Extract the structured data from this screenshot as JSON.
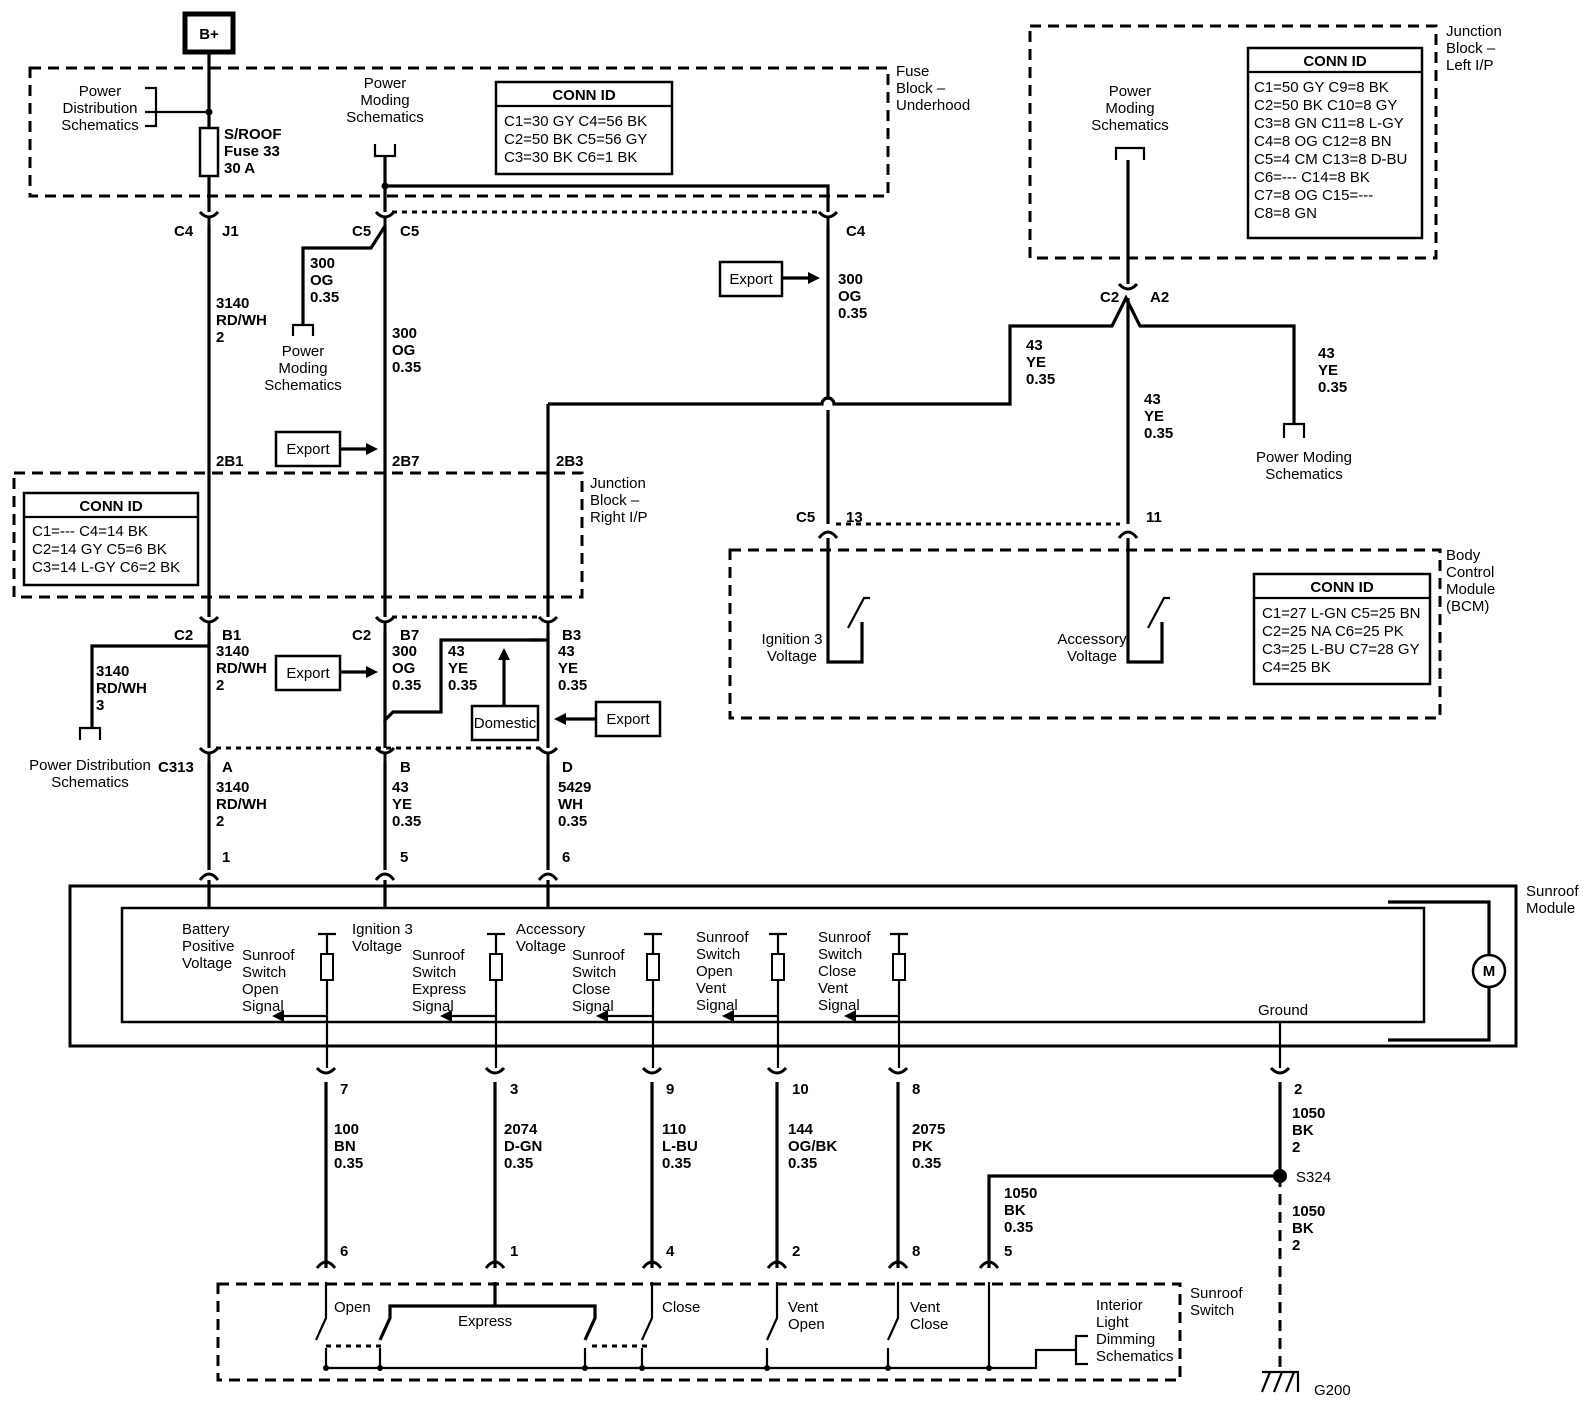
{
  "battery": "B+",
  "export": "Export",
  "domestic": "Domestic",
  "fuse_block_underhood": {
    "title": [
      "Fuse",
      "Block –",
      "Underhood"
    ],
    "power_distribution": [
      "Power",
      "Distribution",
      "Schematics"
    ],
    "fuse": [
      "S/ROOF",
      "Fuse 33",
      "30 A"
    ],
    "power_moding": [
      "Power",
      "Moding",
      "Schematics"
    ],
    "conn_title": "CONN ID",
    "conn_rows": [
      "C1=30 GY   C4=56 BK",
      "C2=50 BK   C5=56 GY",
      "C3=30 BK   C6=1 BK"
    ]
  },
  "junction_left": {
    "title": [
      "Junction",
      "Block –",
      "Left I/P"
    ],
    "power_moding": [
      "Power",
      "Moding",
      "Schematics"
    ],
    "conn_title": "CONN ID",
    "conn_rows": [
      "C1=50 GY  C9=8 BK",
      "C2=50 BK  C10=8 GY",
      "C3=8 GN    C11=8 L-GY",
      "C4=8 OG    C12=8 BN",
      "C5=4 CM    C13=8 D-BU",
      "C6=---        C14=8 BK",
      "C7=8 OG    C15=---",
      "C8=8 GN"
    ]
  },
  "junction_right": {
    "title": [
      "Junction",
      "Block –",
      "Right I/P"
    ],
    "conn_title": "CONN ID",
    "conn_rows": [
      "C1=---        C4=14 BK",
      "C2=14 GY   C5=6 BK",
      "C3=14 L-GY C6=2 BK"
    ]
  },
  "bcm": {
    "title": [
      "Body",
      "Control",
      "Module",
      "(BCM)"
    ],
    "ignition": [
      "Ignition 3",
      "Voltage"
    ],
    "accessory": [
      "Accessory",
      "Voltage"
    ],
    "conn_title": "CONN ID",
    "conn_rows": [
      "C1=27 L-GN  C5=25 BN",
      "C2=25 NA     C6=25 PK",
      "C3=25 L-BU  C7=28 GY",
      "C4=25 BK"
    ]
  },
  "sunroof_module": {
    "title": [
      "Sunroof",
      "Module"
    ],
    "battery": [
      "Battery",
      "Positive",
      "Voltage"
    ],
    "ignition": [
      "Ignition 3",
      "Voltage"
    ],
    "accessory": [
      "Accessory",
      "Voltage"
    ],
    "open_signal": [
      "Sunroof",
      "Switch",
      "Open",
      "Signal"
    ],
    "express_signal": [
      "Sunroof",
      "Switch",
      "Express",
      "Signal"
    ],
    "close_signal": [
      "Sunroof",
      "Switch",
      "Close",
      "Signal"
    ],
    "open_vent_signal": [
      "Sunroof",
      "Switch",
      "Open",
      "Vent",
      "Signal"
    ],
    "close_vent_signal": [
      "Sunroof",
      "Switch",
      "Close",
      "Vent",
      "Signal"
    ],
    "ground": "Ground",
    "motor": "M"
  },
  "sunroof_switch": {
    "title": [
      "Sunroof",
      "Switch"
    ],
    "open": "Open",
    "express": "Express",
    "close": "Close",
    "vent_open": [
      "Vent",
      "Open"
    ],
    "vent_close": [
      "Vent",
      "Close"
    ],
    "dimming": [
      "Interior",
      "Light",
      "Dimming",
      "Schematics"
    ]
  },
  "pd_schematics_lower": [
    "Power Distribution",
    "Schematics"
  ],
  "pm_schematics_mid": [
    "Power",
    "Moding",
    "Schematics"
  ],
  "pm_schematics_right": [
    "Power Moding",
    "Schematics"
  ],
  "ground_label": "G200",
  "splice_label": "S324",
  "connector_labels": {
    "c4_left": "C4",
    "j1": "J1",
    "c5_a": "C5",
    "c5_b": "C5",
    "c4_right": "C4",
    "c2_left": "C2",
    "a2": "A2",
    "c2_b1": "C2",
    "b1": "B1",
    "c2_b7": "C2",
    "b7": "B7",
    "b3": "B3",
    "c313": "C313",
    "a": "A",
    "b": "B",
    "d": "D",
    "b2_1": "2B1",
    "b2_7": "2B7",
    "b2_3": "2B3",
    "c5_bcm": "C5",
    "p13": "13",
    "p11": "11",
    "m1": "1",
    "m5": "5",
    "m6": "6",
    "m7": "7",
    "m3": "3",
    "m9": "9",
    "m10": "10",
    "m8": "8",
    "m2": "2",
    "s6": "6",
    "s1": "1",
    "s4": "4",
    "s2": "2",
    "s8": "8",
    "s5": "5"
  },
  "wires": {
    "w3140_top": [
      "3140",
      "RD/WH",
      "2"
    ],
    "w300_stub": [
      "300",
      "OG",
      "0.35"
    ],
    "w300_main": [
      "300",
      "OG",
      "0.35"
    ],
    "w300_right": [
      "300",
      "OG",
      "0.35"
    ],
    "w43_top": [
      "43",
      "YE",
      "0.35"
    ],
    "w43_mid": [
      "43",
      "YE",
      "0.35"
    ],
    "w43_right": [
      "43",
      "YE",
      "0.35"
    ],
    "w3140_stub": [
      "3140",
      "RD/WH",
      "3"
    ],
    "w3140_mid": [
      "3140",
      "RD/WH",
      "2"
    ],
    "w300_lower": [
      "300",
      "OG",
      "0.35"
    ],
    "w43_dom": [
      "43",
      "YE",
      "0.35"
    ],
    "w43_b3": [
      "43",
      "YE",
      "0.35"
    ],
    "w3140_low": [
      "3140",
      "RD/WH",
      "2"
    ],
    "w43_low": [
      "43",
      "YE",
      "0.35"
    ],
    "w5429": [
      "5429",
      "WH",
      "0.35"
    ],
    "w100": [
      "100",
      "BN",
      "0.35"
    ],
    "w2074": [
      "2074",
      "D-GN",
      "0.35"
    ],
    "w110": [
      "110",
      "L-BU",
      "0.35"
    ],
    "w144": [
      "144",
      "OG/BK",
      "0.35"
    ],
    "w2075": [
      "2075",
      "PK",
      "0.35"
    ],
    "w1050_top": [
      "1050",
      "BK",
      "2"
    ],
    "w1050_bot": [
      "1050",
      "BK",
      "2"
    ],
    "w1050_left": [
      "1050",
      "BK",
      "0.35"
    ]
  }
}
